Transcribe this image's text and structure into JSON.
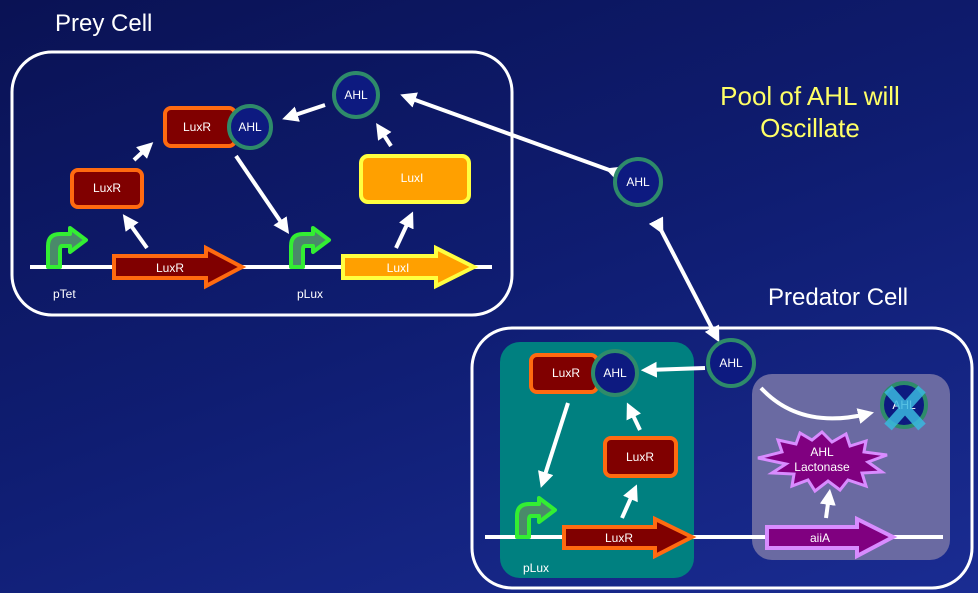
{
  "prey_cell": {
    "title": "Prey Cell",
    "complex": {
      "protein": "LuxR",
      "ligand": "AHL"
    },
    "ahl_free": "AHL",
    "luxr_protein": "LuxR",
    "luxi_protein": "LuxI",
    "promoter_1": "pTet",
    "promoter_2": "pLux",
    "gene_1": "LuxR",
    "gene_2": "LuxI"
  },
  "pool": {
    "ahl": "AHL",
    "note_line1": "Pool of AHL will",
    "note_line2": "Oscillate"
  },
  "predator_cell": {
    "title": "Predator Cell",
    "complex": {
      "protein": "LuxR",
      "ligand": "AHL"
    },
    "ahl_incoming": "AHL",
    "luxr_protein": "LuxR",
    "promoter": "pLux",
    "gene_luxr": "LuxR",
    "gene_aiia": "aiiA",
    "lactonase_line1": "AHL",
    "lactonase_line2": "Lactonase",
    "degraded_ahl": "AHL"
  },
  "colors": {
    "luxr_fill": "#800000",
    "luxr_stroke": "#ff6a10",
    "luxi_fill": "#ffa000",
    "luxi_stroke": "#ffff40",
    "ahl_fill": "#0d1a80",
    "ahl_stroke": "#2e8b6a",
    "promoter": "#33ee33",
    "note_text": "#ffff66"
  }
}
